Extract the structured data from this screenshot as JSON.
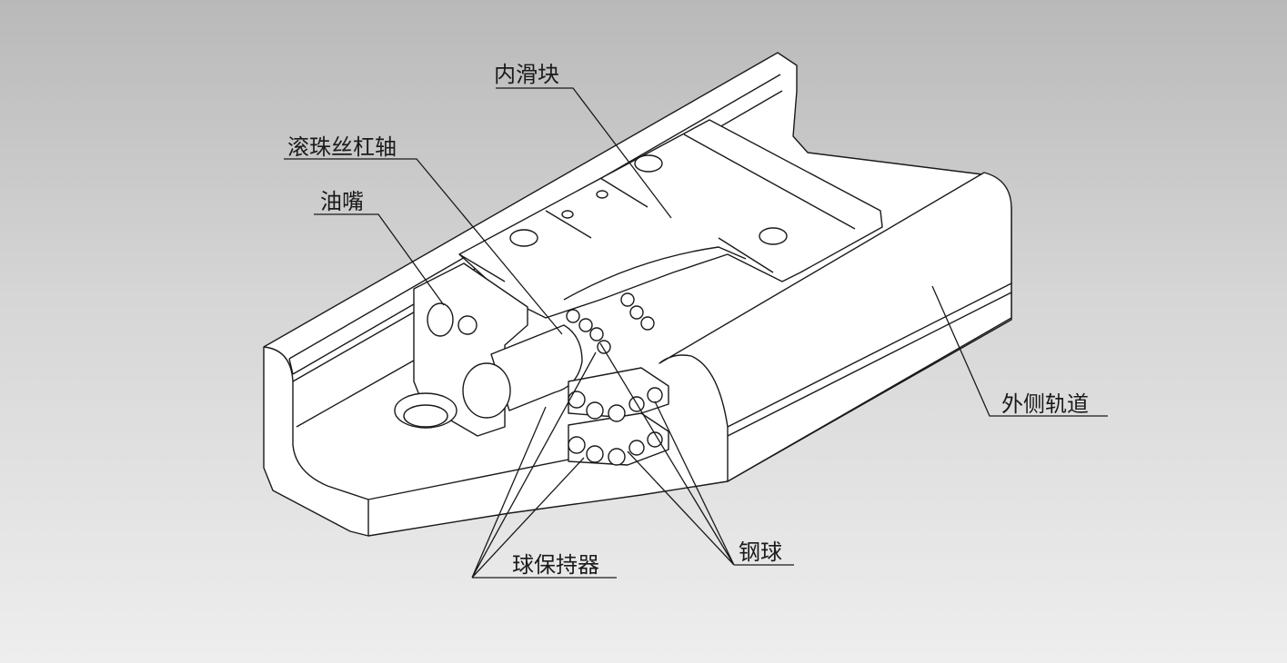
{
  "diagram": {
    "labels": {
      "inner_slider": "内滑块",
      "ball_screw_shaft": "滚珠丝杠轴",
      "oil_nozzle": "油嘴",
      "outer_rail": "外侧轨道",
      "ball_retainer": "球保持器",
      "steel_ball": "钢球"
    }
  }
}
